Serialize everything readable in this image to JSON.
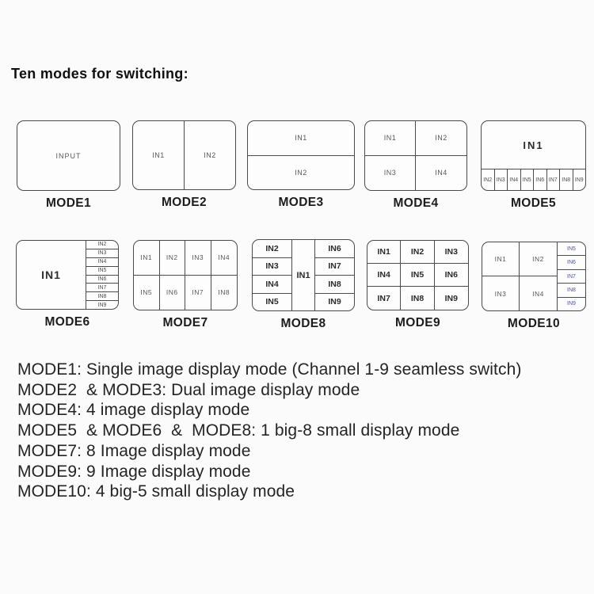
{
  "title": "Ten modes for switching:",
  "colors": {
    "border": "#4a4a4a",
    "label_text": "#1c1c1c",
    "mode10_small_label": "#4a548e"
  },
  "modes": [
    {
      "name": "MODE1",
      "cells": [
        "INPUT"
      ]
    },
    {
      "name": "MODE2",
      "cells": [
        "IN1",
        "IN2"
      ]
    },
    {
      "name": "MODE3",
      "cells": [
        "IN1",
        "IN2"
      ]
    },
    {
      "name": "MODE4",
      "cells": [
        "IN1",
        "IN2",
        "IN3",
        "IN4"
      ]
    },
    {
      "name": "MODE5",
      "big": "IN1",
      "small": [
        "IN2",
        "IN3",
        "IN4",
        "IN5",
        "IN6",
        "IN7",
        "IN8",
        "IN9"
      ]
    },
    {
      "name": "MODE6",
      "big": "IN1",
      "small": [
        "IN2",
        "IN3",
        "IN4",
        "IN5",
        "IN6",
        "IN7",
        "IN8",
        "IN9"
      ]
    },
    {
      "name": "MODE7",
      "cells": [
        "IN1",
        "IN2",
        "IN3",
        "IN4",
        "IN5",
        "IN6",
        "IN7",
        "IN8"
      ]
    },
    {
      "name": "MODE8",
      "left": [
        "IN2",
        "IN3",
        "IN4",
        "IN5"
      ],
      "center": "IN1",
      "right": [
        "IN6",
        "IN7",
        "IN8",
        "IN9"
      ]
    },
    {
      "name": "MODE9",
      "cells": [
        "IN1",
        "IN2",
        "IN3",
        "IN4",
        "IN5",
        "IN6",
        "IN7",
        "IN8",
        "IN9"
      ]
    },
    {
      "name": "MODE10",
      "big": [
        "IN1",
        "IN2",
        "IN3",
        "IN4"
      ],
      "small": [
        "IN5",
        "IN6",
        "IN7",
        "IN8",
        "IN9"
      ]
    }
  ],
  "descriptions": [
    "MODE1: Single image display mode (Channel 1-9 seamless switch)",
    "MODE2  & MODE3: Dual image display mode",
    "MODE4: 4 image display mode",
    "MODE5  & MODE6  &  MODE8: 1 big-8 small display mode",
    "MODE7: 8 Image display mode",
    "MODE9: 9 Image display mode",
    "MODE10: 4 big-5 small display mode"
  ]
}
